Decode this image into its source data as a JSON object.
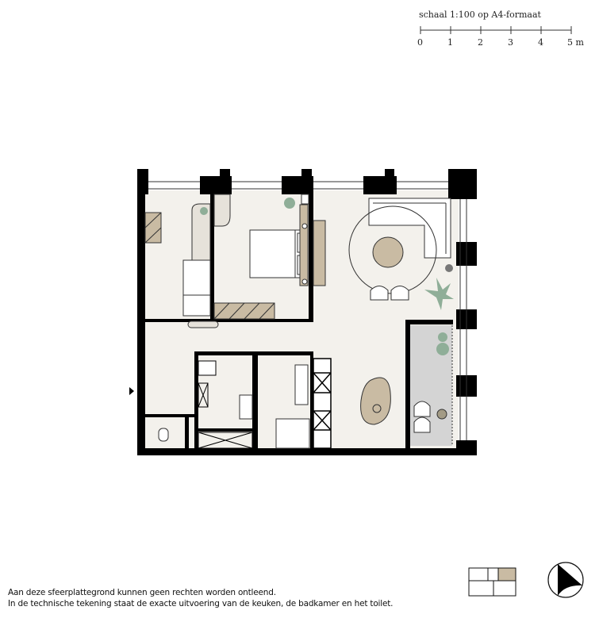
{
  "scale": {
    "label": "schaal 1:100 op A4-formaat",
    "ticks": [
      "0",
      "1",
      "2",
      "3",
      "4",
      "5 m"
    ]
  },
  "footer": {
    "line1": "Aan deze sfeerplattegrond kunnen geen rechten worden ontleend.",
    "line2": "In de technische tekening staat de exacte uitvoering van de keuken, de badkamer en het toilet."
  },
  "colors": {
    "floor": "#f3f1ec",
    "wall": "#000000",
    "wood": "#c9bba3",
    "balcony": "#d4d4d4",
    "plant": "#8fae98",
    "highlight_unit": "#c9bba3"
  },
  "icons": {
    "compass": "north-arrow-icon",
    "keyplan": "building-keyplan-icon"
  }
}
